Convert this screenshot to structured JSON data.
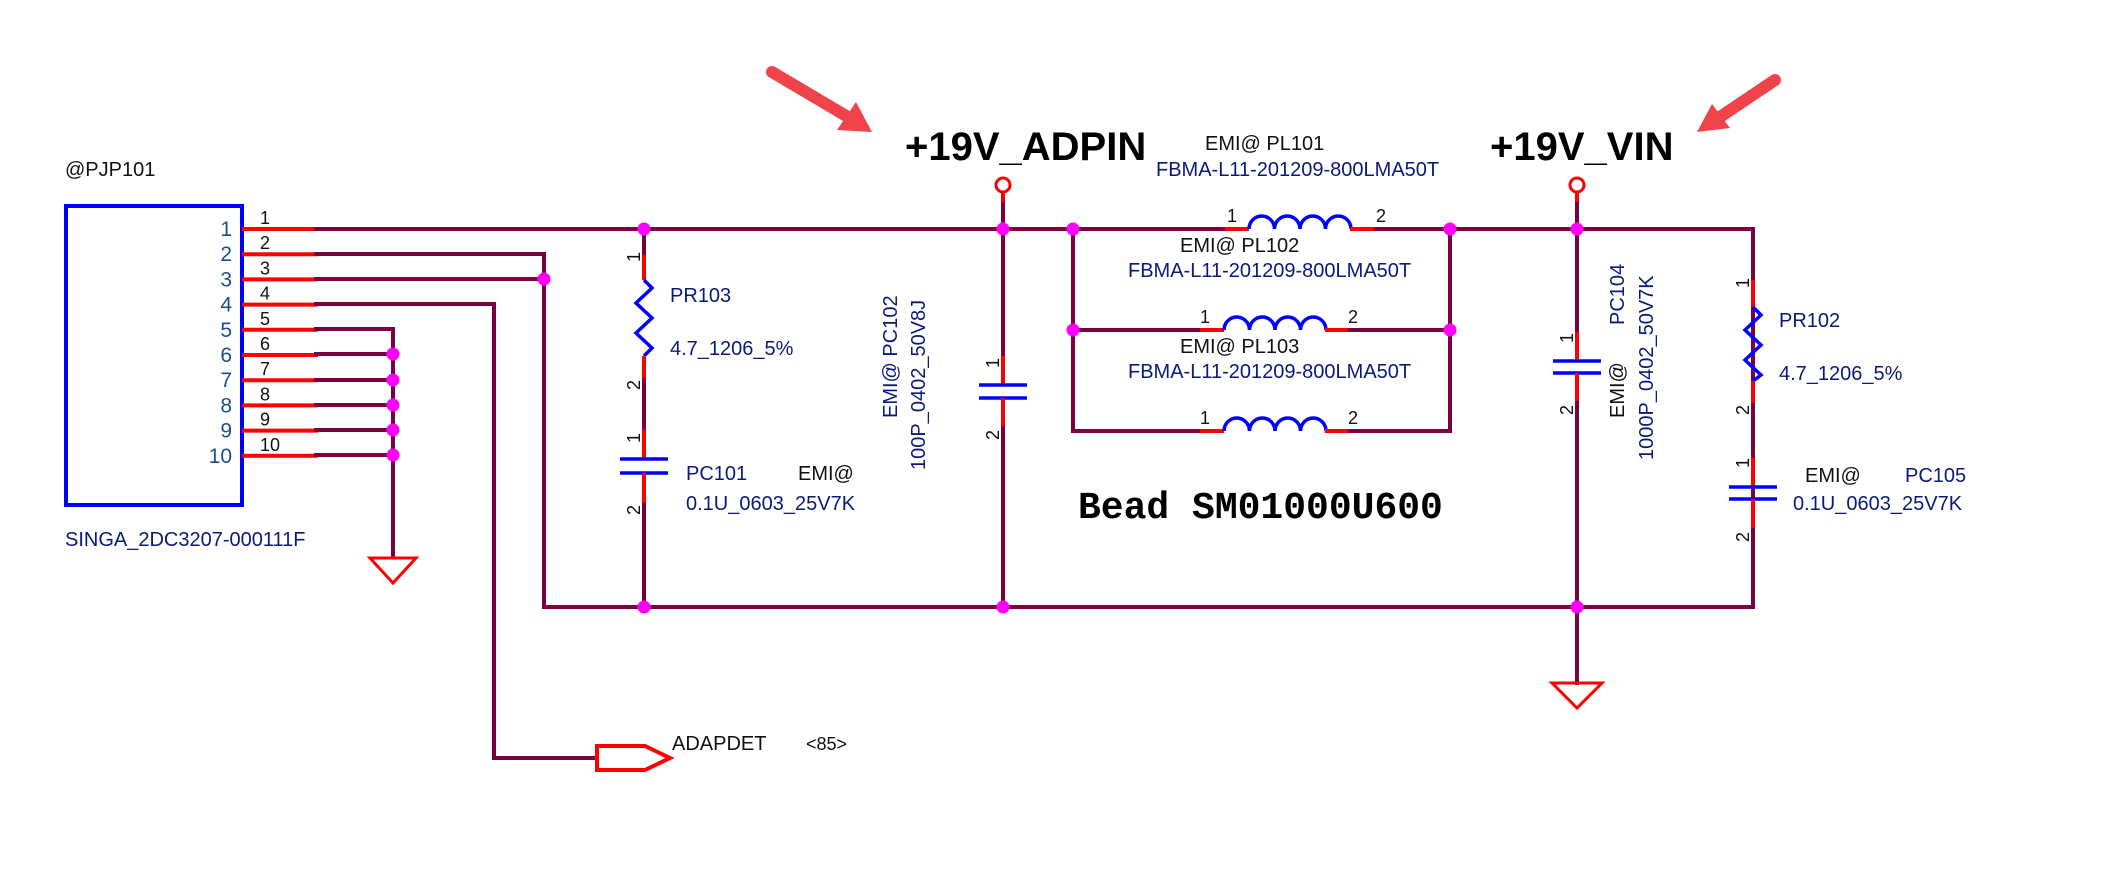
{
  "annotations": {
    "arrow_color": "#f0434a",
    "arrows": [
      "pointing-to-+19V_ADPIN",
      "pointing-to-+19V_VIN"
    ]
  },
  "nets": {
    "adpin": "+19V_ADPIN",
    "vin": "+19V_VIN",
    "adapdet": "ADAPDET",
    "adapdet_ref": "<85>"
  },
  "connector": {
    "refdes": "@PJP101",
    "part": "SINGA_2DC3207-000111F",
    "inner_pins": [
      "1",
      "2",
      "3",
      "4",
      "5",
      "6",
      "7",
      "8",
      "9",
      "10"
    ],
    "outer_pins": [
      "1",
      "2",
      "3",
      "4",
      "5",
      "6",
      "7",
      "8",
      "9",
      "10"
    ]
  },
  "components": {
    "pr103": {
      "ref": "PR103",
      "value": "4.7_1206_5%",
      "pin1": "1",
      "pin2": "2"
    },
    "pc101": {
      "ref": "PC101",
      "tag": "EMI@",
      "value": "0.1U_0603_25V7K",
      "pin1": "1",
      "pin2": "2"
    },
    "pc102": {
      "label": "EMI@ PC102",
      "value": "100P_0402_50V8J",
      "pin1": "1",
      "pin2": "2"
    },
    "pl101": {
      "label": "EMI@  PL101",
      "value": "FBMA-L11-201209-800LMA50T",
      "pin1": "1",
      "pin2": "2"
    },
    "pl102": {
      "label": "EMI@  PL102",
      "value": "FBMA-L11-201209-800LMA50T",
      "pin1": "1",
      "pin2": "2"
    },
    "pl103": {
      "label": "EMI@  PL103",
      "value": "FBMA-L11-201209-800LMA50T",
      "pin1": "1",
      "pin2": "2"
    },
    "bead4": {
      "pin1": "1",
      "pin2": "2"
    },
    "bead_note": "Bead SM01000U600",
    "pc104": {
      "tag": "EMI@",
      "ref": "PC104",
      "value": "1000P_0402_50V7K",
      "pin1": "1",
      "pin2": "2"
    },
    "pr102": {
      "ref": "PR102",
      "value": "4.7_1206_5%",
      "pin1": "1",
      "pin2": "2"
    },
    "pc105": {
      "tag": "EMI@",
      "ref": "PC105",
      "value": "0.1U_0603_25V7K",
      "pin1": "1",
      "pin2": "2"
    }
  },
  "colors": {
    "wire": "#7a0040",
    "pin": "#ff0000",
    "symbol": "#0000ff",
    "junction": "#ff00ff",
    "text_blue": "#0a1a7a"
  }
}
